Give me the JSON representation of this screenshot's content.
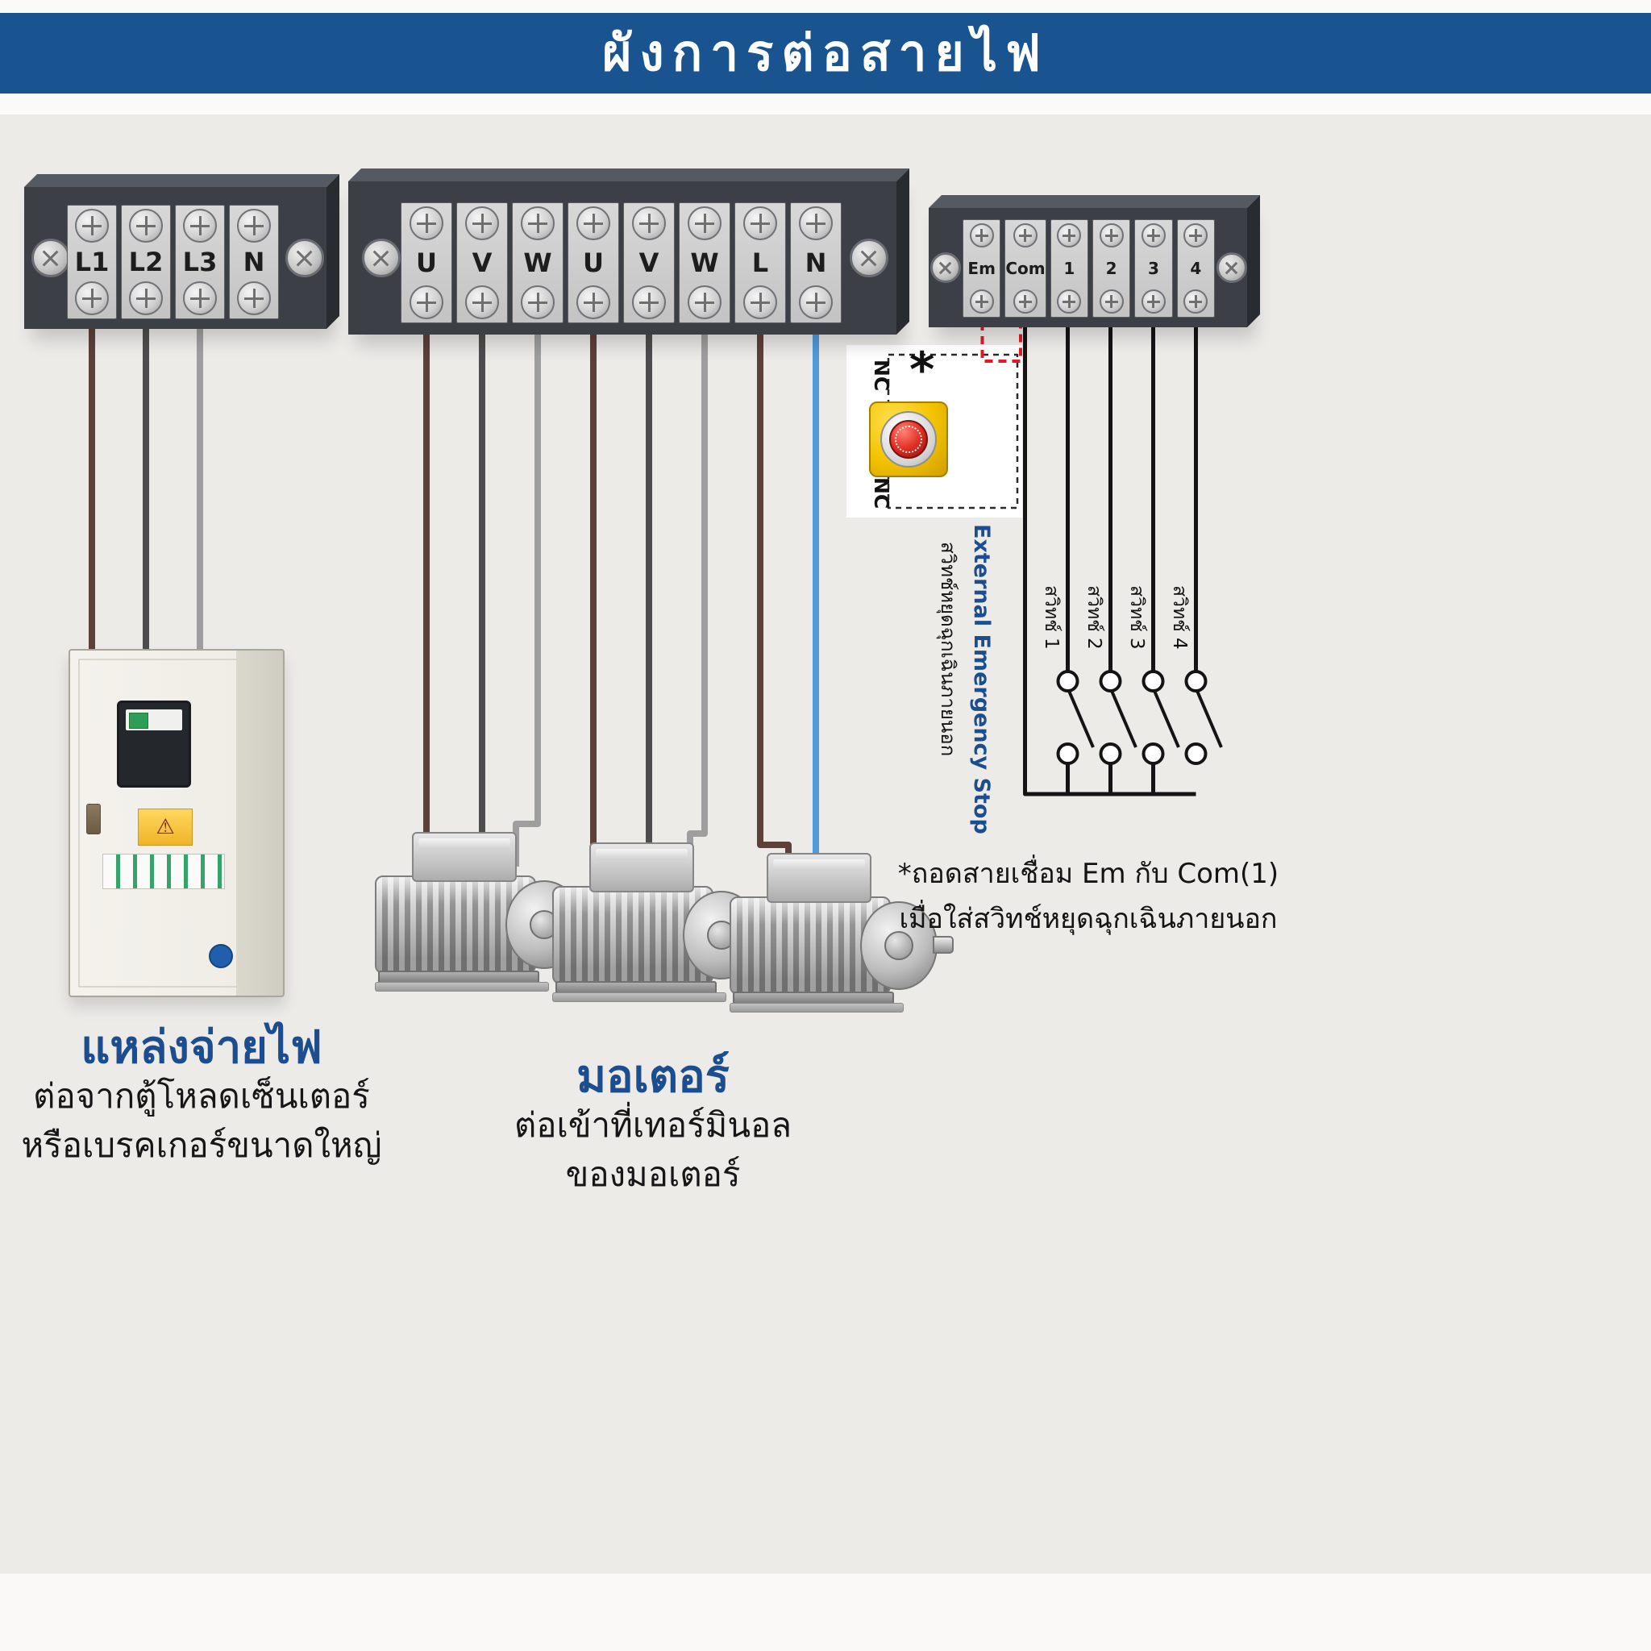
{
  "header": {
    "title": "ผังการต่อสายไฟ"
  },
  "blocks": {
    "power": {
      "labels": [
        "L1",
        "L2",
        "L3",
        "N"
      ]
    },
    "motor": {
      "labels": [
        "U",
        "V",
        "W",
        "U",
        "V",
        "W",
        "L",
        "N"
      ]
    },
    "control": {
      "labels": [
        "Em",
        "Com",
        "1",
        "2",
        "3",
        "4"
      ]
    }
  },
  "emergency": {
    "asterisk": "*",
    "nc_top": "NC",
    "nc_bottom": "NC",
    "label_en": "External Emergency Stop",
    "label_th": "สวิทช์หยุดฉุกเฉินภายนอก"
  },
  "switches": {
    "labels": [
      "สวิทช์ 1",
      "สวิทช์ 2",
      "สวิทช์ 3",
      "สวิทช์ 4"
    ]
  },
  "footnote": {
    "line1": "*ถอดสายเชื่อม Em กับ Com(1)",
    "line2": "เมื่อใส่สวิทช์หยุดฉุกเฉินภายนอก"
  },
  "captions": {
    "power": {
      "title": "แหล่งจ่ายไฟ",
      "line1": "ต่อจากตู้โหลดเซ็นเตอร์",
      "line2": "หรือเบรคเกอร์ขนาดใหญ่"
    },
    "motor": {
      "title": "มอเตอร์",
      "line1": "ต่อเข้าที่เทอร์มินอล",
      "line2": "ของมอเตอร์"
    }
  },
  "icons": {
    "warning": "⚠"
  },
  "colors": {
    "header_bg": "#1a5490",
    "accent_blue": "#1c4e8f",
    "wire_brown": "#5d4037",
    "wire_dark": "#4d4d4d",
    "wire_gray": "#9e9e9e",
    "wire_blue": "#4f9bdc",
    "wire_black": "#141414",
    "jumper_red": "#e01b24",
    "estop_yellow": "#f2c200",
    "estop_red": "#e03024"
  }
}
